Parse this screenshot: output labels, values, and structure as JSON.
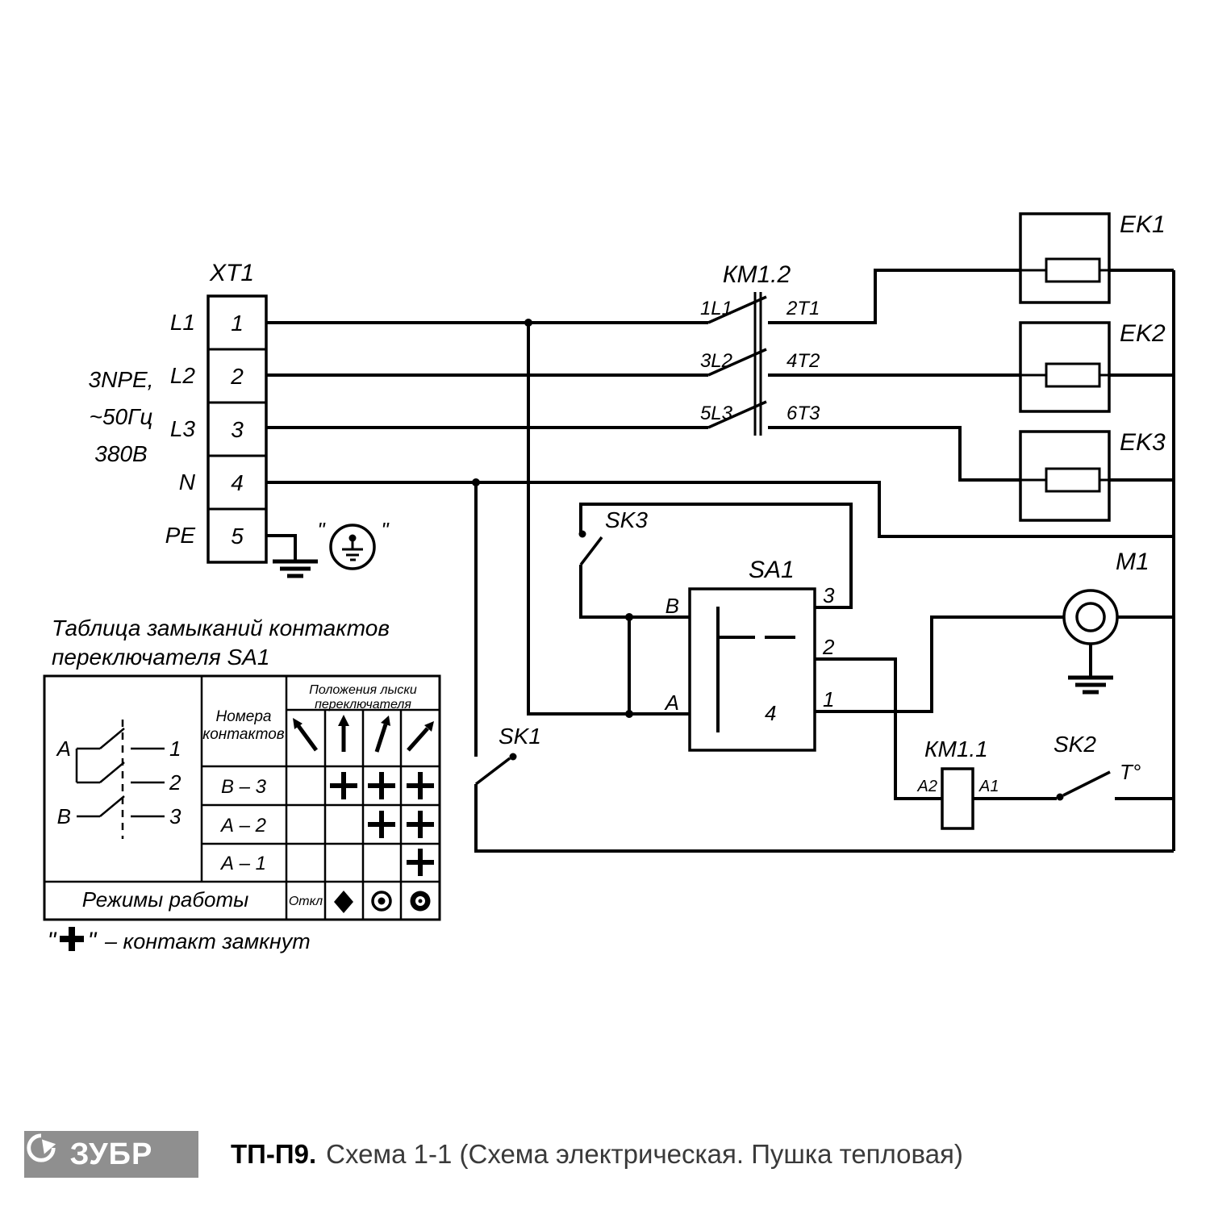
{
  "terminal_block": {
    "ref": "ХТ1",
    "cells": [
      "1",
      "2",
      "3",
      "4",
      "5"
    ],
    "lines": [
      "L1",
      "L2",
      "L3",
      "N",
      "PE"
    ]
  },
  "supply": {
    "lines": [
      "3NPE,",
      "~50Гц",
      "380В"
    ]
  },
  "contactor": {
    "ref": "КМ1.2",
    "pole_in": [
      "1L1",
      "3L2",
      "5L3"
    ],
    "pole_out": [
      "2T1",
      "4T2",
      "6T3"
    ]
  },
  "heaters": {
    "ek1": "EK1",
    "ek2": "EK2",
    "ek3": "EK3"
  },
  "motor": {
    "ref": "М1"
  },
  "selector": {
    "ref": "SA1",
    "b": "В",
    "a": "А",
    "t3": "3",
    "t2": "2",
    "t1": "1",
    "t4": "4"
  },
  "coil": {
    "ref": "КМ1.1",
    "a2": "А2",
    "a1": "А1"
  },
  "switches": {
    "sk1": "SK1",
    "sk2": "SK2",
    "sk2_temp": "Т°",
    "sk3": "SK3"
  },
  "ground_badge": {
    "quote_left": "\"",
    "quote_right": "\""
  },
  "table": {
    "title1": "Таблица замыканий контактов",
    "title2": "переключателя SA1",
    "col_contacts_line1": "Номера",
    "col_contacts_line2": "контактов",
    "col_positions_line1": "Положения лыски",
    "col_positions_line2": "переключателя",
    "rows": [
      "В – 3",
      "А – 2",
      "А – 1"
    ],
    "modes_label": "Режимы работы",
    "off_label": "Откл",
    "closures": {
      "position_1_off": [],
      "position_2": [
        "В – 3"
      ],
      "position_3": [
        "В – 3",
        "А – 2"
      ],
      "position_4": [
        "В – 3",
        "А – 2",
        "А – 1"
      ]
    },
    "diagram": {
      "a": "А",
      "b": "В",
      "c1": "1",
      "c2": "2",
      "c3": "3"
    },
    "note_quote_open": "\"",
    "note_symbol": "+",
    "note_quote_close": "\"",
    "note_text": "– контакт замкнут"
  },
  "footer": {
    "brand": "ЗУБР",
    "model": "ТП-П9.",
    "subtitle": "Схема 1-1 (Схема электрическая. Пушка тепловая)"
  }
}
